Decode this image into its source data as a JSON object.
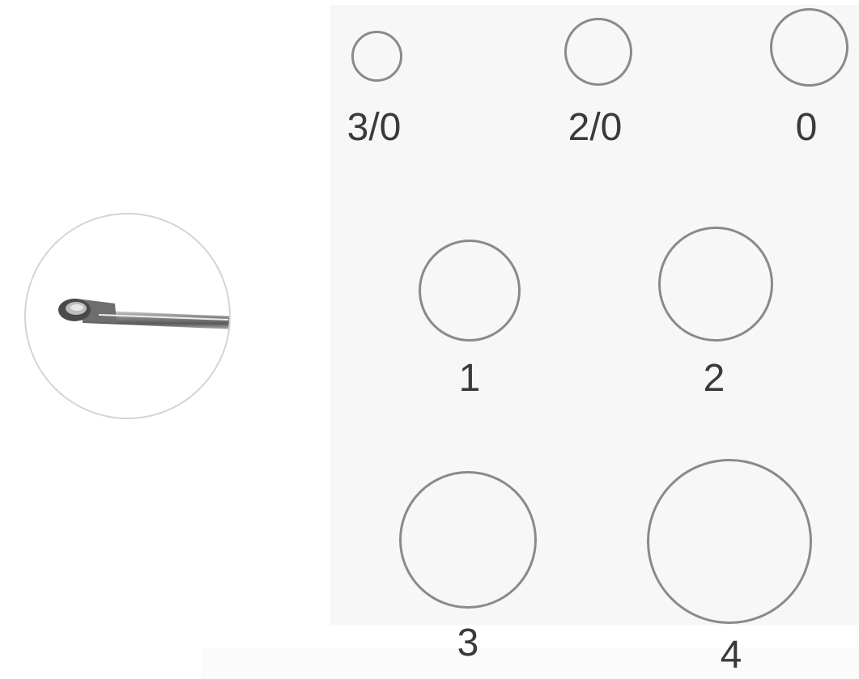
{
  "sizes": [
    {
      "label": "3/0"
    },
    {
      "label": "2/0"
    },
    {
      "label": "0"
    },
    {
      "label": "1"
    },
    {
      "label": "2"
    },
    {
      "label": "3"
    },
    {
      "label": "4"
    }
  ],
  "icons": {
    "tip_detail": "curette-tip-icon",
    "ring": "size-circle-icon"
  },
  "colors": {
    "ring_stroke": "#8a8a8a",
    "label_text": "#3a3a3a",
    "panel_background": "#f7f7f7"
  }
}
